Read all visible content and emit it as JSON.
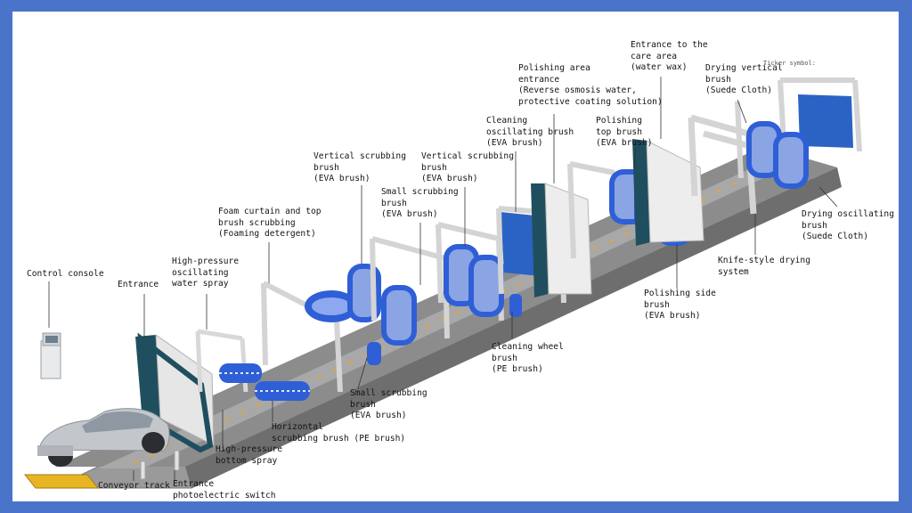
{
  "labels": {
    "control_console": "Control console",
    "entrance": "Entrance",
    "hp_oscillating_spray": "High-pressure\noscillating\nwater spray",
    "foam_curtain": "Foam curtain and top\nbrush scrubbing\n(Foaming detergent)",
    "vertical_scrubbing_1": "Vertical scrubbing\nbrush\n(EVA brush)",
    "small_scrubbing_top": "Small scrubbing\nbrush\n(EVA brush)",
    "vertical_scrubbing_2": "Vertical scrubbing\nbrush\n(EVA brush)",
    "cleaning_oscillating": "Cleaning\noscillating brush\n(EVA brush)",
    "polishing_entrance": "Polishing area\nentrance\n(Reverse osmosis water,\nprotective coating solution)",
    "polishing_top": "Polishing\ntop brush\n(EVA brush)",
    "care_entrance": "Entrance to the\ncare area\n(water wax)",
    "drying_vertical": "Drying vertical\nbrush\n(Suede Cloth)",
    "ticker": "Ticker symbol:",
    "drying_oscillating": "Drying oscillating\nbrush\n(Suede Cloth)",
    "knife_drying": "Knife-style drying\nsystem",
    "polishing_side": "Polishing side\nbrush\n(EVA brush)",
    "cleaning_wheel": "Cleaning wheel\nbrush\n(PE brush)",
    "small_scrubbing_bottom": "Small scrubbing\nbrush\n(EVA brush)",
    "horizontal_scrubbing": "Horizontal\nscrubbing brush (PE brush)",
    "hp_bottom_spray": "High-pressure\nbottom spray",
    "conveyor_track": "Conveyor track",
    "photoelectric_switch": "Entrance\nphotoelectric switch"
  },
  "colors": {
    "border": "#4a74c9",
    "track": "#8c8c8c",
    "frame": "#dcdcdc",
    "brush_blue": "#2f5fd6",
    "curtain_blue": "#2a63c4",
    "arch_teal": "#1f4f5f",
    "accent_yellow": "#e7b523",
    "car": "#bfc3c9"
  }
}
